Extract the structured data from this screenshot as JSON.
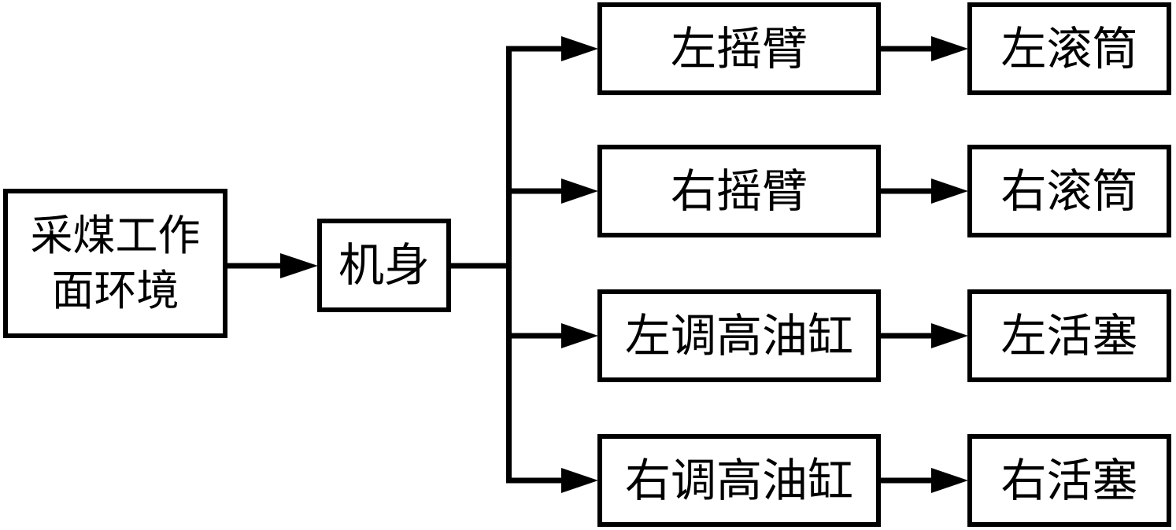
{
  "diagram": {
    "title": "shearer-structure-flow-diagram",
    "root": {
      "label": "采煤工作面环境",
      "lines": [
        "采煤工作",
        "面环境"
      ]
    },
    "body": {
      "label": "机身"
    },
    "branches": [
      {
        "label": "左摇臂",
        "target": "左滚筒"
      },
      {
        "label": "右摇臂",
        "target": "右滚筒"
      },
      {
        "label": "左调高油缸",
        "target": "左活塞"
      },
      {
        "label": "右调高油缸",
        "target": "右活塞"
      }
    ],
    "colors": {
      "background": "#ffffff",
      "line": "#000000",
      "box_border": "#000000",
      "text": "#000000"
    }
  }
}
